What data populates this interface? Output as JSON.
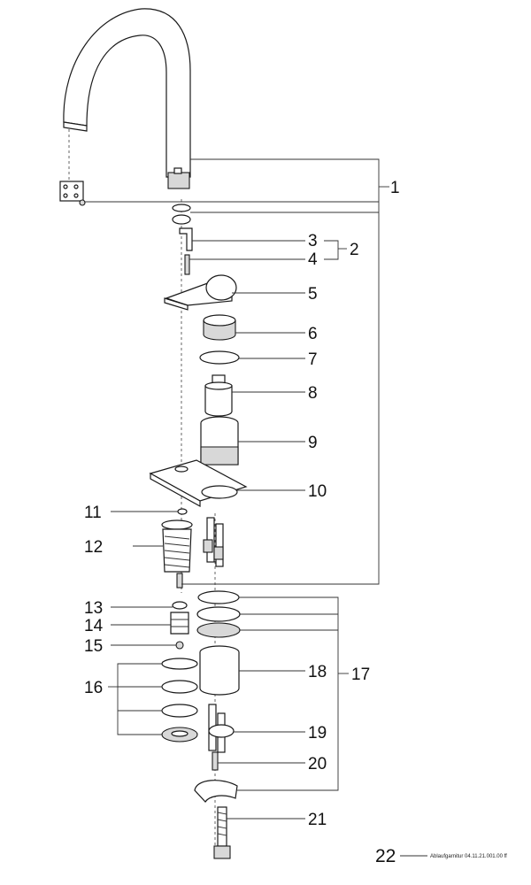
{
  "callouts": [
    "1",
    "2",
    "3",
    "4",
    "5",
    "6",
    "7",
    "8",
    "9",
    "10",
    "11",
    "12",
    "13",
    "14",
    "15",
    "16",
    "17",
    "18",
    "19",
    "20",
    "21",
    "22"
  ],
  "footer_text": "Ablaufgarnitur 04.11.21.001.00 ff",
  "colors": {
    "line": "#1a1a1a",
    "shade": "#d8d8d8",
    "background": "#ffffff"
  }
}
